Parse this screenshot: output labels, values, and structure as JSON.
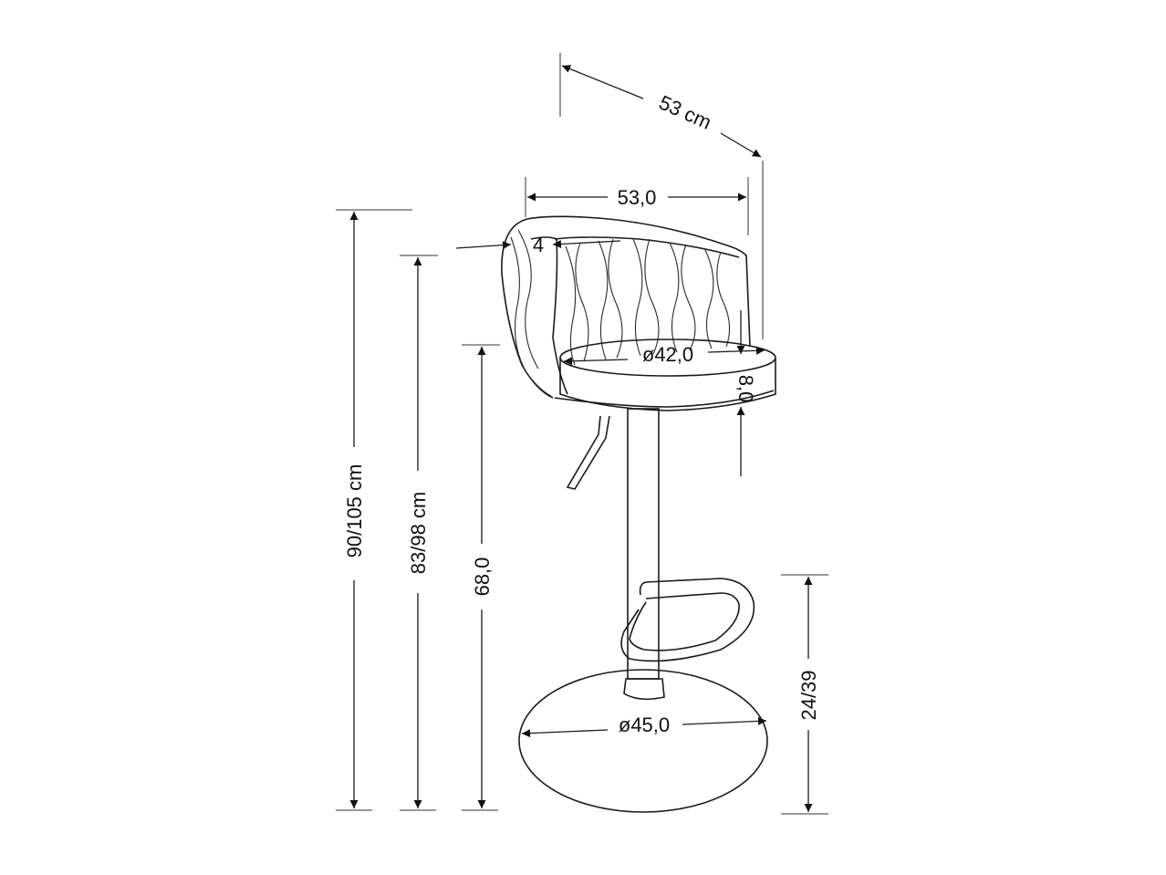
{
  "dimensions": {
    "depth_top": "53 cm",
    "width": "53,0",
    "backrest_thickness": "4",
    "seat_diameter": "42,0",
    "seat_thickness": "8,0",
    "base_diameter": "45,0",
    "total_height": "90/105 cm",
    "back_height": "83/98 cm",
    "seat_height": "68,0",
    "footrest_height": "24/39"
  },
  "glyphs": {
    "diameter": "ø"
  }
}
